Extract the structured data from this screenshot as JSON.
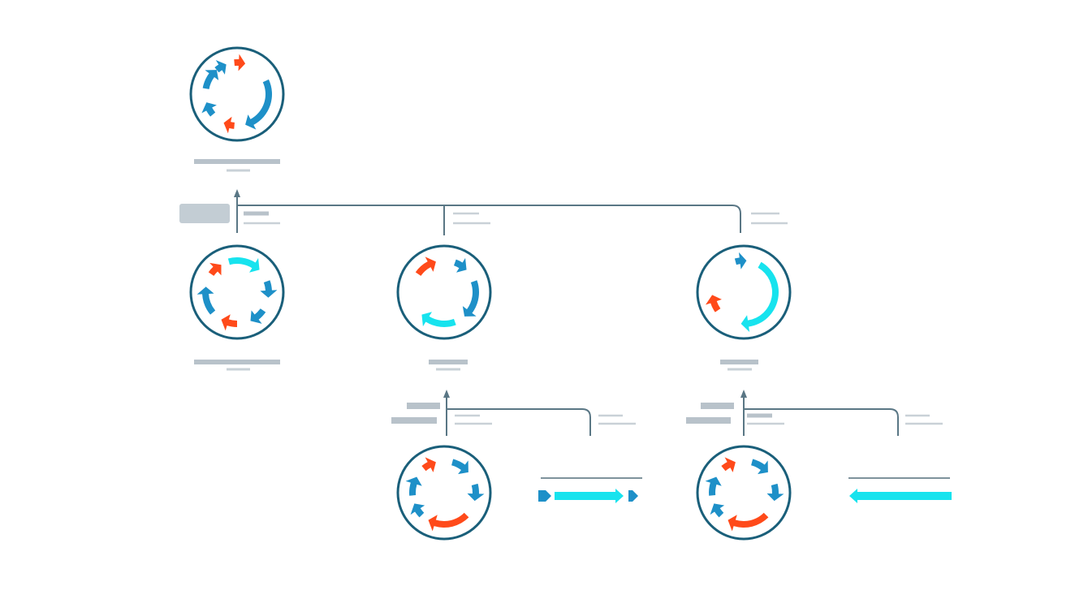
{
  "colors": {
    "ring": "#1a5f7a",
    "connector": "#5a7785",
    "feature_blue": "#1e90c8",
    "feature_red": "#ff4a1a",
    "feature_cyan": "#17e3ee",
    "label_dark": "#b8c2ca",
    "label_light": "#c9d1d7",
    "node_box": "#c3cdd4",
    "linear_line": "#7f939c"
  },
  "plasmids": [
    {
      "id": "parent",
      "features": [
        {
          "start": -40,
          "end": -20,
          "color": "blue"
        },
        {
          "start": -5,
          "end": 15,
          "color": "red"
        },
        {
          "start": 65,
          "end": 165,
          "color": "blue"
        },
        {
          "start": 185,
          "end": 205,
          "color": "red"
        },
        {
          "start": 230,
          "end": 255,
          "color": "blue"
        },
        {
          "start": 280,
          "end": 320,
          "color": "blue"
        }
      ]
    },
    {
      "id": "child-1",
      "features": [
        {
          "start": -55,
          "end": -30,
          "color": "red"
        },
        {
          "start": -15,
          "end": 45,
          "color": "cyan"
        },
        {
          "start": 70,
          "end": 100,
          "color": "blue"
        },
        {
          "start": 125,
          "end": 155,
          "color": "blue"
        },
        {
          "start": 180,
          "end": 210,
          "color": "red"
        },
        {
          "start": 230,
          "end": 280,
          "color": "blue"
        }
      ]
    },
    {
      "id": "child-2",
      "features": [
        {
          "start": -55,
          "end": -15,
          "color": "red"
        },
        {
          "start": 20,
          "end": 45,
          "color": "blue"
        },
        {
          "start": 70,
          "end": 140,
          "color": "blue"
        },
        {
          "start": 160,
          "end": 225,
          "color": "cyan"
        }
      ]
    },
    {
      "id": "child-3",
      "features": [
        {
          "start": -15,
          "end": 5,
          "color": "blue"
        },
        {
          "start": 30,
          "end": 185,
          "color": "cyan"
        },
        {
          "start": 235,
          "end": 265,
          "color": "red"
        }
      ]
    },
    {
      "id": "grandchild-1",
      "features": [
        {
          "start": -40,
          "end": -15,
          "color": "red"
        },
        {
          "start": 15,
          "end": 50,
          "color": "blue"
        },
        {
          "start": 75,
          "end": 105,
          "color": "blue"
        },
        {
          "start": 135,
          "end": 210,
          "color": "red"
        },
        {
          "start": 225,
          "end": 250,
          "color": "blue"
        },
        {
          "start": 265,
          "end": 300,
          "color": "blue"
        }
      ]
    },
    {
      "id": "grandchild-2",
      "features": [
        {
          "start": -40,
          "end": -15,
          "color": "red"
        },
        {
          "start": 15,
          "end": 50,
          "color": "blue"
        },
        {
          "start": 75,
          "end": 105,
          "color": "blue"
        },
        {
          "start": 135,
          "end": 210,
          "color": "red"
        },
        {
          "start": 225,
          "end": 250,
          "color": "blue"
        },
        {
          "start": 265,
          "end": 300,
          "color": "blue"
        }
      ]
    }
  ],
  "linear_inserts": [
    {
      "id": "insert-1",
      "direction": "forward",
      "segments": [
        "small",
        "large",
        "small"
      ]
    },
    {
      "id": "insert-2",
      "direction": "reverse",
      "segments": [
        "large"
      ]
    }
  ]
}
